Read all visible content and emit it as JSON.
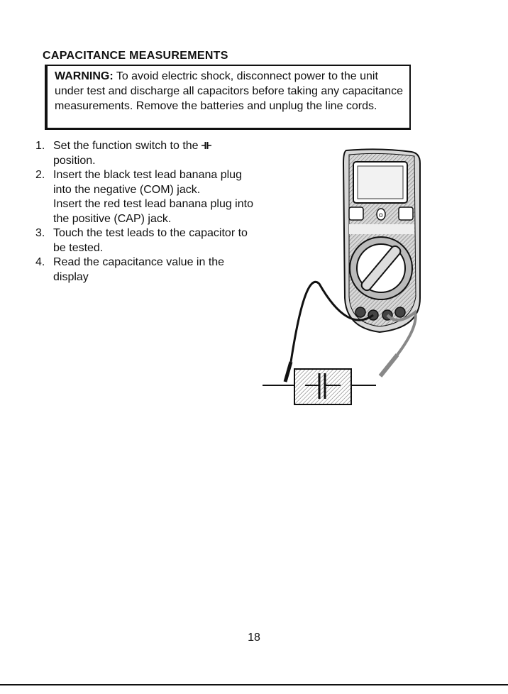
{
  "heading": "CAPACITANCE MEASUREMENTS",
  "warning": {
    "label": "WARNING:",
    "text": " To avoid electric shock, disconnect power to the unit under test and discharge all capacitors before taking any capacitance measurements. Remove the batteries and unplug the line cords."
  },
  "steps": [
    {
      "num": "1.",
      "text_before": "Set the function switch to the ",
      "text_after": " position."
    },
    {
      "num": "2.",
      "text": "Insert the black test lead banana plug into the negative (COM) jack.",
      "text2": "Insert the red test lead banana plug into the positive (CAP) jack."
    },
    {
      "num": "3.",
      "text": "Touch the test leads to the capacitor to be tested."
    },
    {
      "num": "4.",
      "text": "Read the capacitance value in the display"
    }
  ],
  "page_number": "18"
}
